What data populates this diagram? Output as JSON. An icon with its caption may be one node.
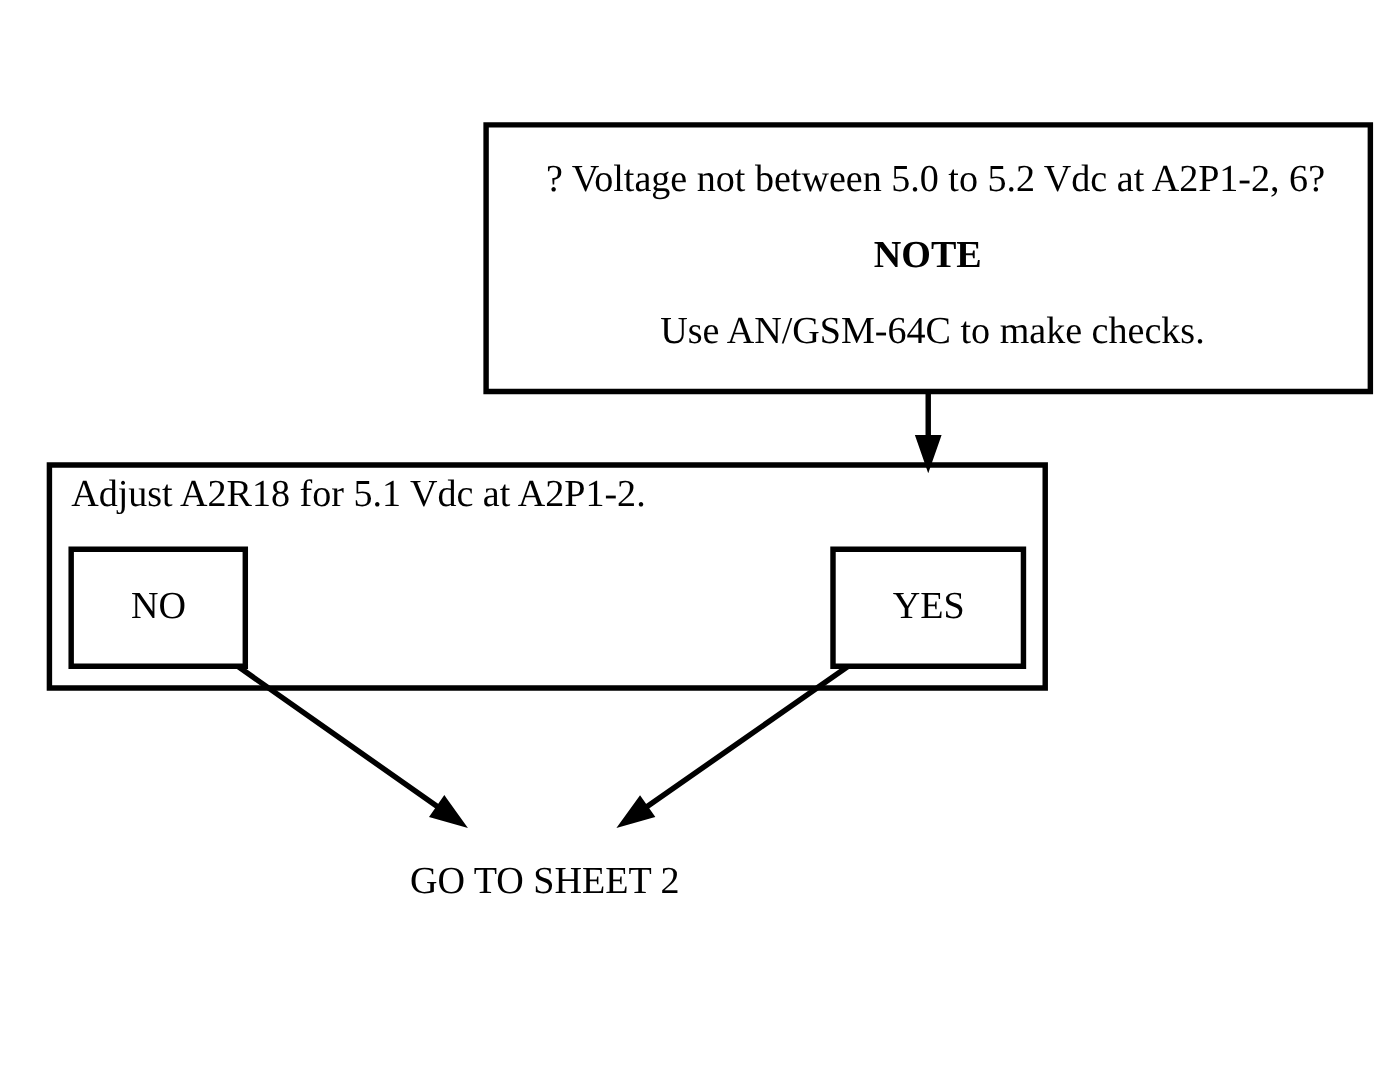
{
  "diagram": {
    "nodes": [
      {
        "text": [
          "? Voltage not between 5.0 to 5.2 Vdc at A2P1-2, 6?",
          "NOTE",
          "Use AN/GSM-64C to make checks."
        ]
      },
      {
        "text": [
          "Adjust A2R18 for 5.1 Vdc at A2P1-2."
        ]
      },
      {
        "text": [
          "YES"
        ],
        "in": 1
      },
      {
        "text": [
          "NO"
        ],
        "in": 1
      },
      {
        "text": [
          "GO TO SHEET 2"
        ]
      }
    ],
    "edges": [
      {
        "from": 0,
        "to": 1,
        "arrow": "to"
      },
      {
        "from": 2,
        "to": 4,
        "arrow": "to"
      },
      {
        "from": 3,
        "to": 4,
        "arrow": "to"
      }
    ]
  }
}
